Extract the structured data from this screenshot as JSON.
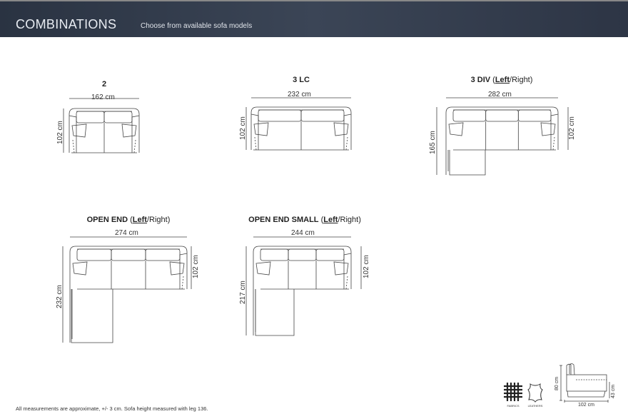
{
  "header": {
    "title": "COMBINATIONS",
    "subtitle": "Choose from available sofa models"
  },
  "models": [
    {
      "name": "2",
      "width": "162 cm",
      "depth": "102 cm",
      "seats": 2,
      "chaise": false
    },
    {
      "name": "3 LC",
      "width": "232 cm",
      "depth": "102 cm",
      "seats": 2,
      "chaise": false
    },
    {
      "name": "3 DIV",
      "left": "Left",
      "sep": "/",
      "right": "Right",
      "close": ")",
      "open": " (",
      "width": "282 cm",
      "depth": "102 cm",
      "chaise_depth": "165 cm",
      "seats": 3,
      "chaise": true
    },
    {
      "name": "OPEN END",
      "left": "Left",
      "sep": "/",
      "right": "Right",
      "close": ")",
      "open": " (",
      "width": "274 cm",
      "depth": "102 cm",
      "chaise_depth": "232 cm",
      "seats": 3,
      "chaise": true
    },
    {
      "name": "OPEN END SMALL",
      "left": "Left",
      "sep": "/",
      "right": "Right",
      "close": ")",
      "open": " (",
      "width": "244 cm",
      "depth": "102 cm",
      "chaise_depth": "217 cm",
      "seats": 3,
      "chaise": true
    }
  ],
  "legend": {
    "fabrics": "FABRICS",
    "leathers": "LEATHERS",
    "height": "80 cm",
    "seat_height": "43 cm",
    "side_depth": "102 cm"
  },
  "footnote": "All measurements are approximate, +/- 3 cm. Sofa height measured with leg 136."
}
